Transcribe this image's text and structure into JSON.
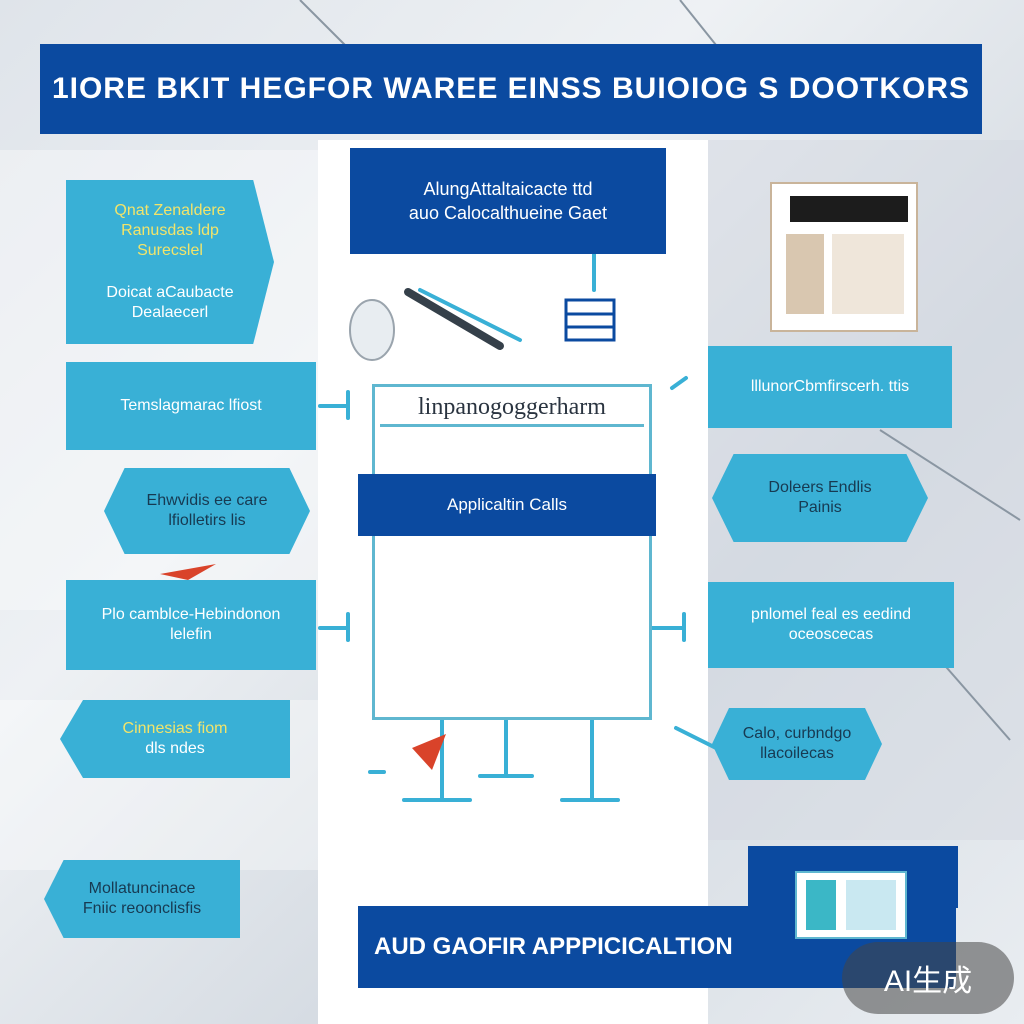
{
  "title": "1IORE BKIT HEGFOR WAREE EINSS BUIOIOG S DOOTKORS",
  "top_box": {
    "line1": "AlungAttaltaicacte  ttd",
    "line2": "auo Calocalthueine Gaet"
  },
  "center": {
    "title": "linpanogoggerharm",
    "app_label": "Applicaltin Calls"
  },
  "bottom_label": "AUD GAOFIR APPPICICALTION",
  "left_cards": [
    {
      "line1": "Qnat Zenaldere",
      "line2": "Ranusdas ldp",
      "line3": "Surecslel"
    },
    {
      "line1": "Doicat aCaubacte",
      "line2": "Dealaecerl"
    },
    {
      "line1": "Temslagmarac lfiost",
      "line2": ""
    },
    {
      "line1": "Ehwvidis ee care",
      "line2": "lfiolletirs lis"
    },
    {
      "line1": "Plo camblce-Hebindonon",
      "line2": "lelefin"
    },
    {
      "line1": "Cinnesias fiom",
      "line2": "dls ndes"
    },
    {
      "line1": "Mollatuncinace",
      "line2": "Fniic reoonclisfis"
    }
  ],
  "right_cards": [
    {
      "line1": "lllunorCbmfirscerh. ttis",
      "line2": ""
    },
    {
      "line1": "Doleers Endlis",
      "line2": "Painis"
    },
    {
      "line1": "pnlomel feal es eedind",
      "line2": "oceoscecas"
    },
    {
      "line1": "Calo, curbndgo",
      "line2": "llacoilecas"
    }
  ],
  "watermark": "AI生成",
  "colors": {
    "navy": "#0b4aa0",
    "cyan": "#39b0d6",
    "line": "#5fb7d0",
    "accent_red": "#d9432a"
  }
}
